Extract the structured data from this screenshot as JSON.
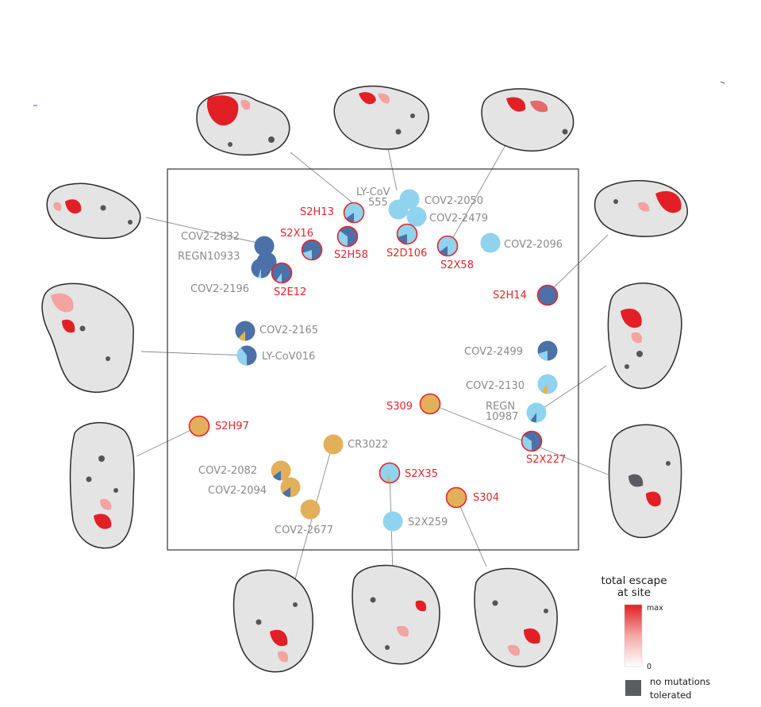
{
  "colors": {
    "class_light_blue": "#8fd3ee",
    "class_dark_blue": "#4c71a8",
    "class_orange": "#e2b05a",
    "vrc_label": "#e8242a",
    "gray_label": "#8a8a8a",
    "surface_gray": "#e4e4e4",
    "no_mutation_gray": "#5a5c62",
    "escape_max": "#e31f26"
  },
  "antibodies": [
    {
      "id": "LY-CoV555",
      "line1": "LY-CoV",
      "line2": "555",
      "primary": "light_blue",
      "secondary": "dark_blue",
      "secondary_fraction": 0.0,
      "highlight": false
    },
    {
      "id": "COV2-2050",
      "line1": "COV2-2050",
      "primary": "light_blue",
      "secondary": "dark_blue",
      "secondary_fraction": 0.0,
      "highlight": false
    },
    {
      "id": "COV2-2479",
      "line1": "COV2-2479",
      "primary": "light_blue",
      "secondary": "dark_blue",
      "secondary_fraction": 0.0,
      "highlight": false
    },
    {
      "id": "S2H13",
      "line1": "S2H13",
      "primary": "light_blue",
      "secondary": "dark_blue",
      "secondary_fraction": 0.15,
      "highlight": true
    },
    {
      "id": "S2X16",
      "line1": "S2X16",
      "primary": "dark_blue",
      "secondary": "light_blue",
      "secondary_fraction": 0.2,
      "highlight": true
    },
    {
      "id": "S2H58",
      "line1": "S2H58",
      "primary": "dark_blue",
      "secondary": "light_blue",
      "secondary_fraction": 0.35,
      "highlight": true
    },
    {
      "id": "S2D106",
      "line1": "S2D106",
      "primary": "light_blue",
      "secondary": "dark_blue",
      "secondary_fraction": 0.2,
      "highlight": true
    },
    {
      "id": "S2X58",
      "line1": "S2X58",
      "primary": "light_blue",
      "secondary": "dark_blue",
      "secondary_fraction": 0.15,
      "highlight": true
    },
    {
      "id": "COV2-2096",
      "line1": "COV2-2096",
      "primary": "light_blue",
      "secondary": "dark_blue",
      "secondary_fraction": 0.0,
      "highlight": false
    },
    {
      "id": "COV2-2832",
      "line1": "COV2-2832",
      "primary": "dark_blue",
      "secondary": "light_blue",
      "secondary_fraction": 0.0,
      "highlight": false
    },
    {
      "id": "REGN10933",
      "line1": "REGN10933",
      "primary": "dark_blue",
      "secondary": "light_blue",
      "secondary_fraction": 0.05,
      "highlight": false
    },
    {
      "id": "COV2-2196",
      "line1": "COV2-2196",
      "primary": "dark_blue",
      "secondary": "light_blue",
      "secondary_fraction": 0.05,
      "highlight": false
    },
    {
      "id": "S2E12",
      "line1": "S2E12",
      "primary": "dark_blue",
      "secondary": "light_blue",
      "secondary_fraction": 0.1,
      "highlight": true
    },
    {
      "id": "S2H14",
      "line1": "S2H14",
      "primary": "dark_blue",
      "secondary": "light_blue",
      "secondary_fraction": 0.0,
      "highlight": true
    },
    {
      "id": "COV2-2165",
      "line1": "COV2-2165",
      "primary": "dark_blue",
      "secondary": "orange",
      "secondary_fraction": 0.12,
      "highlight": false
    },
    {
      "id": "LY-CoV016",
      "line1": "LY-CoV016",
      "primary": "dark_blue",
      "secondary": "light_blue",
      "secondary_fraction": 0.4,
      "highlight": false
    },
    {
      "id": "COV2-2499",
      "line1": "COV2-2499",
      "primary": "dark_blue",
      "secondary": "light_blue",
      "secondary_fraction": 0.2,
      "highlight": false
    },
    {
      "id": "COV2-2130",
      "line1": "COV2-2130",
      "primary": "light_blue",
      "secondary": "orange",
      "secondary_fraction": 0.1,
      "highlight": false
    },
    {
      "id": "S309",
      "line1": "S309",
      "primary": "orange",
      "secondary": "light_blue",
      "secondary_fraction": 0.0,
      "highlight": true
    },
    {
      "id": "REGN10987",
      "line1": "REGN",
      "line2": "10987",
      "primary": "light_blue",
      "secondary": "dark_blue",
      "secondary_fraction": 0.1,
      "highlight": false
    },
    {
      "id": "S2X227",
      "line1": "S2X227",
      "primary": "dark_blue",
      "secondary": "light_blue",
      "secondary_fraction": 0.35,
      "highlight": true
    },
    {
      "id": "S2H97",
      "line1": "S2H97",
      "primary": "orange",
      "secondary": "light_blue",
      "secondary_fraction": 0.0,
      "highlight": true
    },
    {
      "id": "CR3022",
      "line1": "CR3022",
      "primary": "orange",
      "secondary": "light_blue",
      "secondary_fraction": 0.0,
      "highlight": false
    },
    {
      "id": "COV2-2082",
      "line1": "COV2-2082",
      "primary": "orange",
      "secondary": "dark_blue",
      "secondary_fraction": 0.15,
      "highlight": false
    },
    {
      "id": "COV2-2094",
      "line1": "COV2-2094",
      "primary": "orange",
      "secondary": "dark_blue",
      "secondary_fraction": 0.15,
      "highlight": false
    },
    {
      "id": "COV2-2677",
      "line1": "COV2-2677",
      "primary": "orange",
      "secondary": "light_blue",
      "secondary_fraction": 0.0,
      "highlight": false
    },
    {
      "id": "S2X35",
      "line1": "S2X35",
      "primary": "light_blue",
      "secondary": "orange",
      "secondary_fraction": 0.05,
      "highlight": true
    },
    {
      "id": "S304",
      "line1": "S304",
      "primary": "orange",
      "secondary": "light_blue",
      "secondary_fraction": 0.0,
      "highlight": true
    },
    {
      "id": "S2X259",
      "line1": "S2X259",
      "primary": "light_blue",
      "secondary": "orange",
      "secondary_fraction": 0.0,
      "highlight": false
    }
  ],
  "legend": {
    "title_line1": "total escape",
    "title_line2": "at site",
    "max_label": "max",
    "min_label": "0",
    "no_mut_line1": "no mutations",
    "no_mut_line2": "tolerated"
  }
}
